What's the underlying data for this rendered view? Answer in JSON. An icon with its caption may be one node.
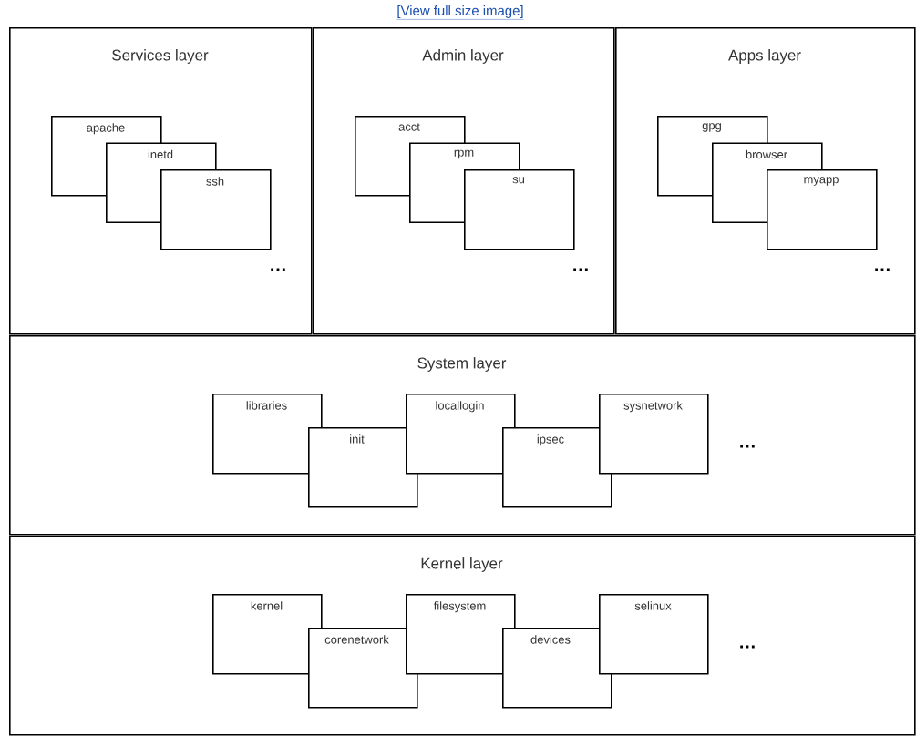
{
  "diagram": {
    "nodes": [
      {
        "text": [
          "Services layer"
        ]
      },
      {
        "text": [
          "apache"
        ],
        "in": 0
      },
      {
        "text": [
          "inetd"
        ],
        "in": 0
      },
      {
        "text": [
          "ssh"
        ],
        "in": 0
      },
      {
        "text": [
          "Admin layer"
        ]
      },
      {
        "text": [
          "acct"
        ],
        "in": 4
      },
      {
        "text": [
          "rpm"
        ],
        "in": 4
      },
      {
        "text": [
          "su"
        ],
        "in": 4
      },
      {
        "text": [
          "Apps layer"
        ]
      },
      {
        "text": [
          "gpg"
        ],
        "in": 8
      },
      {
        "text": [
          "browser"
        ],
        "in": 8
      },
      {
        "text": [
          "myapp"
        ],
        "in": 8
      },
      {
        "text": [
          "System layer"
        ]
      },
      {
        "text": [
          "libraries"
        ],
        "in": 12
      },
      {
        "text": [
          "init"
        ],
        "in": 12
      },
      {
        "text": [
          "locallogin"
        ],
        "in": 12
      },
      {
        "text": [
          "ipsec"
        ],
        "in": 12
      },
      {
        "text": [
          "sysnetwork"
        ],
        "in": 12
      },
      {
        "text": [
          "Kernel layer"
        ]
      },
      {
        "text": [
          "kernel"
        ],
        "in": 18
      },
      {
        "text": [
          "corenetwork"
        ],
        "in": 18
      },
      {
        "text": [
          "filesystem"
        ],
        "in": 18
      },
      {
        "text": [
          "devices"
        ],
        "in": 18
      },
      {
        "text": [
          "selinux"
        ],
        "in": 18
      }
    ],
    "labels": [
      "[View full size image]",
      "…",
      "…",
      "…",
      "…",
      "…"
    ]
  }
}
